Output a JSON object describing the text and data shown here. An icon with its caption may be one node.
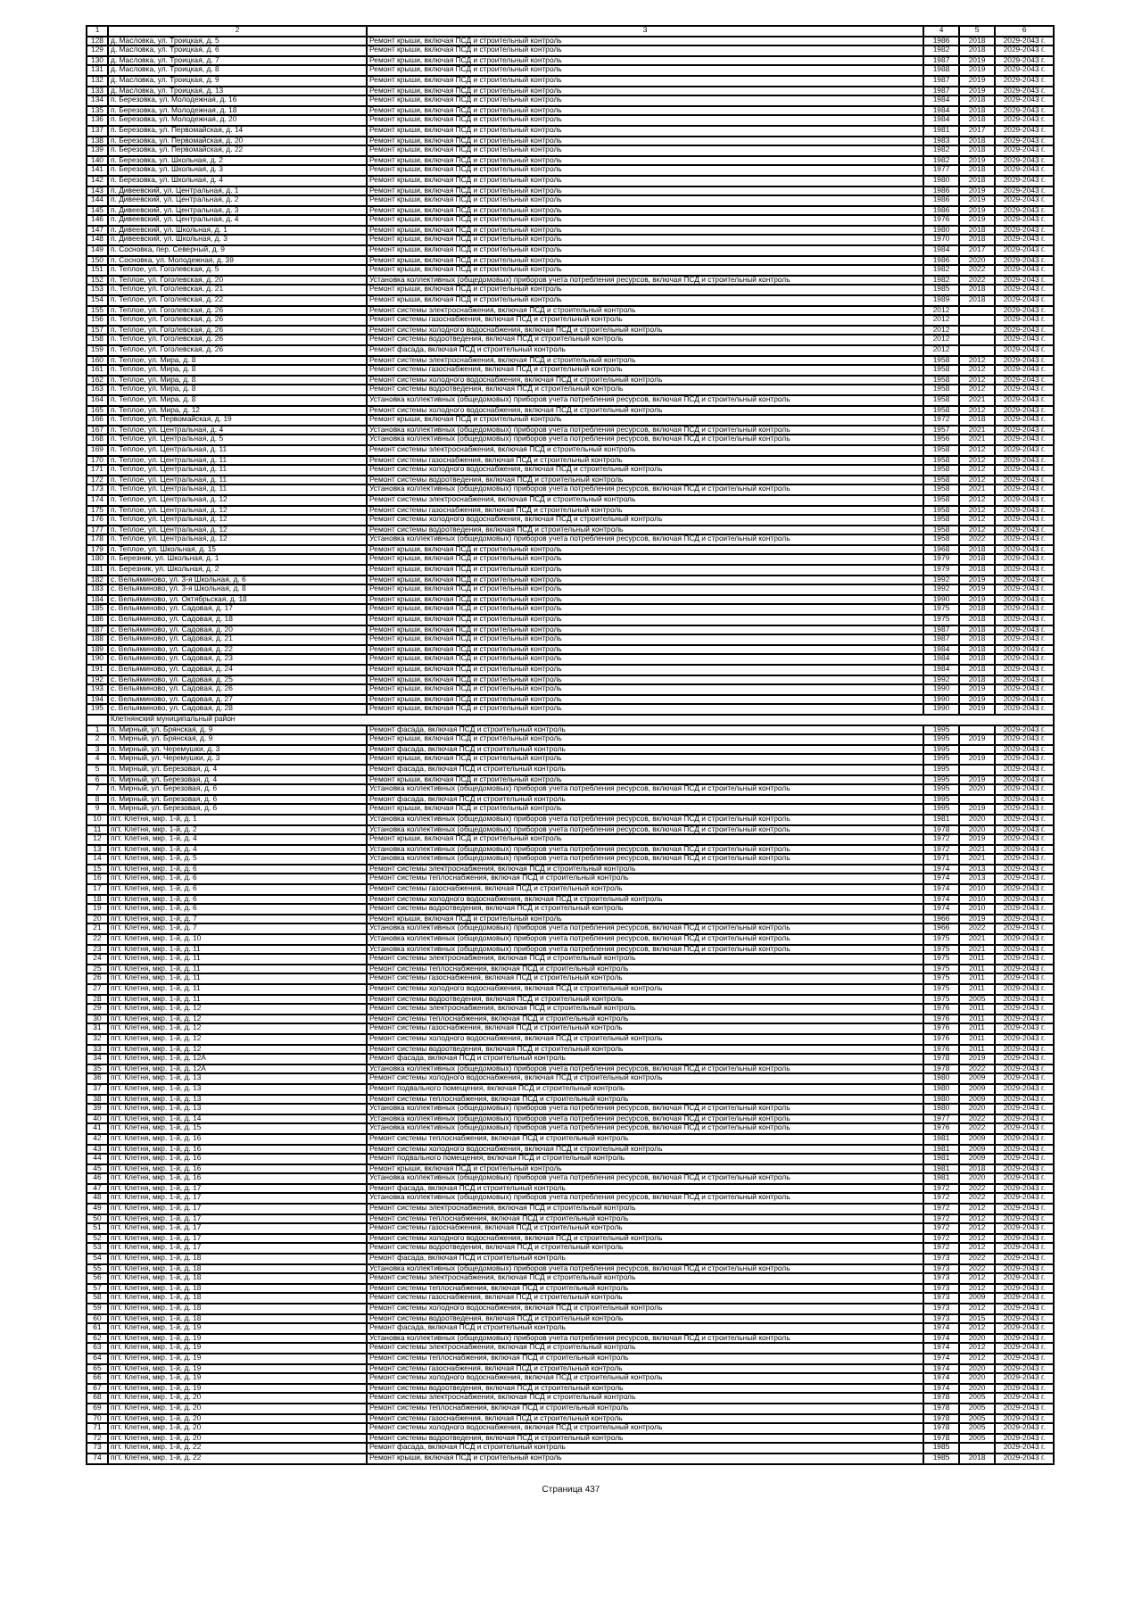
{
  "diagram": {
    "labels": [
      "1",
      "2",
      "3",
      "4",
      "5",
      "6",
      "128",
      "д. Масловка, ул. Троицкая, д. 5",
      "Ремонт крыши, включая ПСД и строительный контроль",
      "1986",
      "2018",
      "2029-2043 г.",
      "129",
      "д. Масловка, ул. Троицкая, д. 6",
      "Ремонт крыши, включая ПСД и строительный контроль",
      "1982",
      "2018",
      "2029-2043 г.",
      "130",
      "д. Масловка, ул. Троицкая, д. 7",
      "Ремонт крыши, включая ПСД и строительный контроль",
      "1987",
      "2019",
      "2029-2043 г.",
      "131",
      "д. Масловка, ул. Троицкая, д. 8",
      "Ремонт крыши, включая ПСД и строительный контроль",
      "1988",
      "2019",
      "2029-2043 г.",
      "132",
      "д. Масловка, ул. Троицкая, д. 9",
      "Ремонт крыши, включая ПСД и строительный контроль",
      "1987",
      "2019",
      "2029-2043 г.",
      "133",
      "д. Масловка, ул. Троицкая, д. 13",
      "Ремонт крыши, включая ПСД и строительный контроль",
      "1987",
      "2019",
      "2029-2043 г.",
      "134",
      "п. Березовка, ул. Молодежная, д. 16",
      "Ремонт крыши, включая ПСД и строительный контроль",
      "1984",
      "2018",
      "2029-2043 г.",
      "135",
      "п. Березовка, ул. Молодежная, д. 18",
      "Ремонт крыши, включая ПСД и строительный контроль",
      "1984",
      "2018",
      "2029-2043 г.",
      "136",
      "п. Березовка, ул. Молодежная, д. 20",
      "Ремонт крыши, включая ПСД и строительный контроль",
      "1984",
      "2018",
      "2029-2043 г.",
      "137",
      "п. Березовка, ул. Первомайская, д. 14",
      "Ремонт крыши, включая ПСД и строительный контроль",
      "1981",
      "2017",
      "2029-2043 г.",
      "138",
      "п. Березовка, ул. Первомайская, д. 20",
      "Ремонт крыши, включая ПСД и строительный контроль",
      "1983",
      "2018",
      "2029-2043 г.",
      "139",
      "п. Березовка, ул. Первомайская, д. 22",
      "Ремонт крыши, включая ПСД и строительный контроль",
      "1982",
      "2018",
      "2029-2043 г.",
      "140",
      "п. Березовка, ул. Школьная, д. 2",
      "Ремонт крыши, включая ПСД и строительный контроль",
      "1982",
      "2019",
      "2029-2043 г.",
      "141",
      "п. Березовка, ул. Школьная, д. 3",
      "Ремонт крыши, включая ПСД и строительный контроль",
      "1977",
      "2018",
      "2029-2043 г.",
      "142",
      "п. Березовка, ул. Школьная, д. 4",
      "Ремонт крыши, включая ПСД и строительный контроль",
      "1980",
      "2018",
      "2029-2043 г.",
      "143",
      "п. Дивеевский, ул. Центральная, д. 1",
      "Ремонт крыши, включая ПСД и строительный контроль",
      "1986",
      "2019",
      "2029-2043 г.",
      "144",
      "п. Дивеевский, ул. Центральная, д. 2",
      "Ремонт крыши, включая ПСД и строительный контроль",
      "1986",
      "2019",
      "2029-2043 г.",
      "145",
      "п. Дивеевский, ул. Центральная, д. 3",
      "Ремонт крыши, включая ПСД и строительный контроль",
      "1986",
      "2019",
      "2029-2043 г.",
      "146",
      "п. Дивеевский, ул. Центральная, д. 4",
      "Ремонт крыши, включая ПСД и строительный контроль",
      "1976",
      "2019",
      "2029-2043 г.",
      "147",
      "п. Дивеевский, ул. Школьная, д. 1",
      "Ремонт крыши, включая ПСД и строительный контроль",
      "1980",
      "2018",
      "2029-2043 г.",
      "148",
      "п. Дивеевский, ул. Школьная, д. 3",
      "Ремонт крыши, включая ПСД и строительный контроль",
      "1970",
      "2018",
      "2029-2043 г.",
      "149",
      "п. Сосновка, пер. Северный, д. 9",
      "Ремонт крыши, включая ПСД и строительный контроль",
      "1984",
      "2017",
      "2029-2043 г.",
      "150",
      "п. Сосновка, ул. Молодежная, д. 39",
      "Ремонт крыши, включая ПСД и строительный контроль",
      "1986",
      "2020",
      "2029-2043 г.",
      "151",
      "п. Теплое, ул. Гоголевская, д. 5",
      "Ремонт крыши, включая ПСД и строительный контроль",
      "1982",
      "2022",
      "2029-2043 г.",
      "152",
      "п. Теплое, ул. Гоголевская, д. 20",
      "Установка коллективных (общедомовых) приборов учета потребления ресурсов, включая ПСД и строительный контроль",
      "1982",
      "2022",
      "2029-2043 г.",
      "153",
      "п. Теплое, ул. Гоголевская, д. 21",
      "Ремонт крыши, включая ПСД и строительный контроль",
      "1985",
      "2018",
      "2029-2043 г.",
      "154",
      "п. Теплое, ул. Гоголевская, д. 22",
      "Ремонт крыши, включая ПСД и строительный контроль",
      "1989",
      "2018",
      "2029-2043 г.",
      "155",
      "п. Теплое, ул. Гоголевская, д. 26",
      "Ремонт системы электроснабжения, включая ПСД и строительный контроль",
      "2012",
      "2029-2043 г.",
      "156",
      "п. Теплое, ул. Гоголевская, д. 26",
      "Ремонт системы газоснабжения, включая ПСД и строительный контроль",
      "2012",
      "2029-2043 г.",
      "157",
      "п. Теплое, ул. Гоголевская, д. 26",
      "Ремонт системы холодного водоснабжения, включая ПСД и строительный контроль",
      "2012",
      "2029-2043 г.",
      "158",
      "п. Теплое, ул. Гоголевская, д. 26",
      "Ремонт системы водоотведения, включая ПСД и строительный контроль",
      "2012",
      "2029-2043 г.",
      "159",
      "п. Теплое, ул. Гоголевская, д. 26",
      "Ремонт фасада, включая ПСД и строительный контроль",
      "2012",
      "2029-2043 г.",
      "160",
      "п. Теплое, ул. Мира, д. 8",
      "Ремонт системы электроснабжения, включая ПСД и строительный контроль",
      "1958",
      "2012",
      "2029-2043 г.",
      "161",
      "п. Теплое, ул. Мира, д. 8",
      "Ремонт системы газоснабжения, включая ПСД и строительный контроль",
      "1958",
      "2012",
      "2029-2043 г.",
      "162",
      "п. Теплое, ул. Мира, д. 8",
      "Ремонт системы холодного водоснабжения, включая ПСД и строительный контроль",
      "1958",
      "2012",
      "2029-2043 г.",
      "163",
      "п. Теплое, ул. Мира, д. 8",
      "Ремонт системы водоотведения, включая ПСД и строительный контроль",
      "1958",
      "2012",
      "2029-2043 г.",
      "164",
      "п. Теплое, ул. Мира, д. 8",
      "Установка коллективных (общедомовых) приборов учета потребления ресурсов, включая ПСД и строительный контроль",
      "1958",
      "2021",
      "2029-2043 г.",
      "165",
      "п. Теплое, ул. Мира, д. 12",
      "Ремонт системы холодного водоснабжения, включая ПСД и строительный контроль",
      "1958",
      "2012",
      "2029-2043 г.",
      "166",
      "п. Теплое, ул. Первомайская, д. 19",
      "Ремонт крыши, включая ПСД и строительный контроль",
      "1972",
      "2018",
      "2029-2043 г.",
      "167",
      "п. Теплое, ул. Центральная, д. 4",
      "Установка коллективных (общедомовых) приборов учета потребления ресурсов, включая ПСД и строительный контроль",
      "1957",
      "2021",
      "2029-2043 г.",
      "168",
      "п. Теплое, ул. Центральная, д. 5",
      "Установка коллективных (общедомовых) приборов учета потребления ресурсов, включая ПСД и строительный контроль",
      "1956",
      "2021",
      "2029-2043 г.",
      "169",
      "п. Теплое, ул. Центральная, д. 11",
      "Ремонт системы электроснабжения, включая ПСД и строительный контроль",
      "1958",
      "2012",
      "2029-2043 г.",
      "170",
      "п. Теплое, ул. Центральная, д. 11",
      "Ремонт системы газоснабжения, включая ПСД и строительный контроль",
      "1958",
      "2012",
      "2029-2043 г.",
      "171",
      "п. Теплое, ул. Центральная, д. 11",
      "Ремонт системы холодного водоснабжения, включая ПСД и строительный контроль",
      "1958",
      "2012",
      "2029-2043 г.",
      "172",
      "п. Теплое, ул. Центральная, д. 11",
      "Ремонт системы водоотведения, включая ПСД и строительный контроль",
      "1958",
      "2012",
      "2029-2043 г.",
      "173",
      "п. Теплое, ул. Центральная, д. 11",
      "Установка коллективных (общедомовых) приборов учета потребления ресурсов, включая ПСД и строительный контроль",
      "1958",
      "2021",
      "2029-2043 г.",
      "174",
      "п. Теплое, ул. Центральная, д. 12",
      "Ремонт системы электроснабжения, включая ПСД и строительный контроль",
      "1958",
      "2012",
      "2029-2043 г.",
      "175",
      "п. Теплое, ул. Центральная, д. 12",
      "Ремонт системы газоснабжения, включая ПСД и строительный контроль",
      "1958",
      "2012",
      "2029-2043 г.",
      "176",
      "п. Теплое, ул. Центральная, д. 12",
      "Ремонт системы холодного водоснабжения, включая ПСД и строительный контроль",
      "1958",
      "2012",
      "2029-2043 г.",
      "177",
      "п. Теплое, ул. Центральная, д. 12",
      "Ремонт системы водоотведения, включая ПСД и строительный контроль",
      "1958",
      "2012",
      "2029-2043 г.",
      "178",
      "п. Теплое, ул. Центральная, д. 12",
      "Установка коллективных (общедомовых) приборов учета потребления ресурсов, включая ПСД и строительный контроль",
      "1958",
      "2022",
      "2029-2043 г.",
      "179",
      "п. Теплое, ул. Школьная, д. 15",
      "Ремонт крыши, включая ПСД и строительный контроль",
      "1968",
      "2018",
      "2029-2043 г.",
      "180",
      "п. Березник, ул. Школьная, д. 1",
      "Ремонт крыши, включая ПСД и строительный контроль",
      "1979",
      "2018",
      "2029-2043 г.",
      "181",
      "п. Березник, ул. Школьная, д. 2",
      "Ремонт крыши, включая ПСД и строительный контроль",
      "1979",
      "2018",
      "2029-2043 г.",
      "182",
      "с. Вельяминово, ул. 3-я Школьная, д. 6",
      "Ремонт крыши, включая ПСД и строительный контроль",
      "1992",
      "2019",
      "2029-2043 г.",
      "183",
      "с. Вельяминово, ул. 3-я Школьная, д. 8",
      "Ремонт крыши, включая ПСД и строительный контроль",
      "1992",
      "2019",
      "2029-2043 г.",
      "184",
      "с. Вельяминово, ул. Октябрьская, д. 18",
      "Ремонт крыши, включая ПСД и строительный контроль",
      "1990",
      "2019",
      "2029-2043 г.",
      "185",
      "с. Вельяминово, ул. Садовая, д. 17",
      "Ремонт крыши, включая ПСД и строительный контроль",
      "1975",
      "2018",
      "2029-2043 г.",
      "186",
      "с. Вельяминово, ул. Садовая, д. 18",
      "Ремонт крыши, включая ПСД и строительный контроль",
      "1975",
      "2018",
      "2029-2043 г.",
      "187",
      "с. Вельяминово, ул. Садовая, д. 20",
      "Ремонт крыши, включая ПСД и строительный контроль",
      "1987",
      "2018",
      "2029-2043 г.",
      "188",
      "с. Вельяминово, ул. Садовая, д. 21",
      "Ремонт крыши, включая ПСД и строительный контроль",
      "1987",
      "2018",
      "2029-2043 г.",
      "189",
      "с. Вельяминово, ул. Садовая, д. 22",
      "Ремонт крыши, включая ПСД и строительный контроль",
      "1984",
      "2018",
      "2029-2043 г.",
      "190",
      "с. Вельяминово, ул. Садовая, д. 23",
      "Ремонт крыши, включая ПСД и строительный контроль",
      "1984",
      "2018",
      "2029-2043 г.",
      "191",
      "с. Вельяминово, ул. Садовая, д. 24",
      "Ремонт крыши, включая ПСД и строительный контроль",
      "1984",
      "2018",
      "2029-2043 г.",
      "192",
      "с. Вельяминово, ул. Садовая, д. 25",
      "Ремонт крыши, включая ПСД и строительный контроль",
      "1992",
      "2018",
      "2029-2043 г.",
      "193",
      "с. Вельяминово, ул. Садовая, д. 26",
      "Ремонт крыши, включая ПСД и строительный контроль",
      "1990",
      "2019",
      "2029-2043 г.",
      "194",
      "с. Вельяминово, ул. Садовая, д. 27",
      "Ремонт крыши, включая ПСД и строительный контроль",
      "1990",
      "2019",
      "2029-2043 г.",
      "195",
      "с. Вельяминово, ул. Садовая, д. 28",
      "Ремонт крыши, включая ПСД и строительный контроль",
      "1990",
      "2019",
      "2029-2043 г.",
      "Клетнянский муниципальный район",
      "1",
      "п. Мирный, ул. Брянская, д. 9",
      "Ремонт фасада, включая ПСД и строительный контроль",
      "1995",
      "2029-2043 г.",
      "2",
      "п. Мирный, ул. Брянская, д. 9",
      "Ремонт крыши, включая ПСД и строительный контроль",
      "1995",
      "2019",
      "2029-2043 г.",
      "3",
      "п. Мирный, ул. Черемушки, д. 3",
      "Ремонт фасада, включая ПСД и строительный контроль",
      "1995",
      "2029-2043 г.",
      "4",
      "п. Мирный, ул. Черемушки, д. 3",
      "Ремонт крыши, включая ПСД и строительный контроль",
      "1995",
      "2019",
      "2029-2043 г.",
      "5",
      "п. Мирный, ул. Березовая, д. 4",
      "Ремонт фасада, включая ПСД и строительный контроль",
      "1995",
      "2029-2043 г.",
      "6",
      "п. Мирный, ул. Березовая, д. 4",
      "Ремонт крыши, включая ПСД и строительный контроль",
      "1995",
      "2019",
      "2029-2043 г.",
      "7",
      "п. Мирный, ул. Березовая, д. 6",
      "Установка коллективных (общедомовых) приборов учета потребления ресурсов, включая ПСД и строительный контроль",
      "1995",
      "2020",
      "2029-2043 г.",
      "8",
      "п. Мирный, ул. Березовая, д. 6",
      "Ремонт фасада, включая ПСД и строительный контроль",
      "1995",
      "2029-2043 г.",
      "9",
      "п. Мирный, ул. Березовая, д. 6",
      "Ремонт крыши, включая ПСД и строительный контроль",
      "1995",
      "2019",
      "2029-2043 г.",
      "10",
      "пгт. Клетня, мкр. 1-й, д. 1",
      "Установка коллективных (общедомовых) приборов учета потребления ресурсов, включая ПСД и строительный контроль",
      "1981",
      "2020",
      "2029-2043 г.",
      "11",
      "пгт. Клетня, мкр. 1-й, д. 2",
      "Установка коллективных (общедомовых) приборов учета потребления ресурсов, включая ПСД и строительный контроль",
      "1978",
      "2020",
      "2029-2043 г.",
      "12",
      "пгт. Клетня, мкр. 1-й, д. 4",
      "Ремонт крыши, включая ПСД и строительный контроль",
      "1972",
      "2019",
      "2029-2043 г.",
      "13",
      "пгт. Клетня, мкр. 1-й, д. 4",
      "Установка коллективных (общедомовых) приборов учета потребления ресурсов, включая ПСД и строительный контроль",
      "1972",
      "2021",
      "2029-2043 г.",
      "14",
      "пгт. Клетня, мкр. 1-й, д. 5",
      "Установка коллективных (общедомовых) приборов учета потребления ресурсов, включая ПСД и строительный контроль",
      "1971",
      "2021",
      "2029-2043 г.",
      "15",
      "пгт. Клетня, мкр. 1-й, д. 6",
      "Ремонт системы электроснабжения, включая ПСД и строительный контроль",
      "1974",
      "2013",
      "2029-2043 г.",
      "16",
      "пгт. Клетня, мкр. 1-й, д. 6",
      "Ремонт системы теплоснабжения, включая ПСД и строительный контроль",
      "1974",
      "2013",
      "2029-2043 г.",
      "17",
      "пгт. Клетня, мкр. 1-й, д. 6",
      "Ремонт системы газоснабжения, включая ПСД и строительный контроль",
      "1974",
      "2010",
      "2029-2043 г.",
      "18",
      "пгт. Клетня, мкр. 1-й, д. 6",
      "Ремонт системы холодного водоснабжения, включая ПСД и строительный контроль",
      "1974",
      "2010",
      "2029-2043 г.",
      "19",
      "пгт. Клетня, мкр. 1-й, д. 6",
      "Ремонт системы водоотведения, включая ПСД и строительный контроль",
      "1974",
      "2010",
      "2029-2043 г.",
      "20",
      "пгт. Клетня, мкр. 1-й, д. 7",
      "Ремонт крыши, включая ПСД и строительный контроль",
      "1966",
      "2019",
      "2029-2043 г.",
      "21",
      "пгт. Клетня, мкр. 1-й, д. 7",
      "Установка коллективных (общедомовых) приборов учета потребления ресурсов, включая ПСД и строительный контроль",
      "1966",
      "2022",
      "2029-2043 г.",
      "22",
      "пгт. Клетня, мкр. 1-й, д. 10",
      "Установка коллективных (общедомовых) приборов учета потребления ресурсов, включая ПСД и строительный контроль",
      "1975",
      "2021",
      "2029-2043 г.",
      "23",
      "пгт. Клетня, мкр. 1-й, д. 11",
      "Установка коллективных (общедомовых) приборов учета потребления ресурсов, включая ПСД и строительный контроль",
      "1975",
      "2021",
      "2029-2043 г.",
      "24",
      "пгт. Клетня, мкр. 1-й, д. 11",
      "Ремонт системы электроснабжения, включая ПСД и строительный контроль",
      "1975",
      "2011",
      "2029-2043 г.",
      "25",
      "пгт. Клетня, мкр. 1-й, д. 11",
      "Ремонт системы теплоснабжения, включая ПСД и строительный контроль",
      "1975",
      "2011",
      "2029-2043 г.",
      "26",
      "пгт. Клетня, мкр. 1-й, д. 11",
      "Ремонт системы газоснабжения, включая ПСД и строительный контроль",
      "1975",
      "2011",
      "2029-2043 г.",
      "27",
      "пгт. Клетня, мкр. 1-й, д. 11",
      "Ремонт системы холодного водоснабжения, включая ПСД и строительный контроль",
      "1975",
      "2011",
      "2029-2043 г.",
      "28",
      "пгт. Клетня, мкр. 1-й, д. 11",
      "Ремонт системы водоотведения, включая ПСД и строительный контроль",
      "1975",
      "2005",
      "2029-2043 г.",
      "29",
      "пгт. Клетня, мкр. 1-й, д. 12",
      "Ремонт системы электроснабжения, включая ПСД и строительный контроль",
      "1976",
      "2011",
      "2029-2043 г.",
      "30",
      "пгт. Клетня, мкр. 1-й, д. 12",
      "Ремонт системы теплоснабжения, включая ПСД и строительный контроль",
      "1976",
      "2011",
      "2029-2043 г.",
      "31",
      "пгт. Клетня, мкр. 1-й, д. 12",
      "Ремонт системы газоснабжения, включая ПСД и строительный контроль",
      "1976",
      "2011",
      "2029-2043 г.",
      "32",
      "пгт. Клетня, мкр. 1-й, д. 12",
      "Ремонт системы холодного водоснабжения, включая ПСД и строительный контроль",
      "1976",
      "2011",
      "2029-2043 г.",
      "33",
      "пгт. Клетня, мкр. 1-й, д. 12",
      "Ремонт системы водоотведения, включая ПСД и строительный контроль",
      "1976",
      "2011",
      "2029-2043 г.",
      "34",
      "пгт. Клетня, мкр. 1-й, д. 12А",
      "Ремонт фасада, включая ПСД и строительный контроль",
      "1978",
      "2019",
      "2029-2043 г.",
      "35",
      "пгт. Клетня, мкр. 1-й, д. 12А",
      "Установка коллективных (общедомовых) приборов учета потребления ресурсов, включая ПСД и строительный контроль",
      "1978",
      "2022",
      "2029-2043 г.",
      "36",
      "пгт. Клетня, мкр. 1-й, д. 13",
      "Ремонт системы холодного водоснабжения, включая ПСД и строительный контроль",
      "1980",
      "2009",
      "2029-2043 г.",
      "37",
      "пгт. Клетня, мкр. 1-й, д. 13",
      "Ремонт подвального помещения, включая ПСД и строительный контроль",
      "1980",
      "2009",
      "2029-2043 г.",
      "38",
      "пгт. Клетня, мкр. 1-й, д. 13",
      "Ремонт системы теплоснабжения, включая ПСД и строительный контроль",
      "1980",
      "2009",
      "2029-2043 г.",
      "39",
      "пгт. Клетня, мкр. 1-й, д. 13",
      "Установка коллективных (общедомовых) приборов учета потребления ресурсов, включая ПСД и строительный контроль",
      "1980",
      "2020",
      "2029-2043 г.",
      "40",
      "пгт. Клетня, мкр. 1-й, д. 14",
      "Установка коллективных (общедомовых) приборов учета потребления ресурсов, включая ПСД и строительный контроль",
      "1977",
      "2022",
      "2029-2043 г.",
      "41",
      "пгт. Клетня, мкр. 1-й, д. 15",
      "Установка коллективных (общедомовых) приборов учета потребления ресурсов, включая ПСД и строительный контроль",
      "1976",
      "2022",
      "2029-2043 г.",
      "42",
      "пгт. Клетня, мкр. 1-й, д. 16",
      "Ремонт системы теплоснабжения, включая ПСД и строительный контроль",
      "1981",
      "2009",
      "2029-2043 г.",
      "43",
      "пгт. Клетня, мкр. 1-й, д. 16",
      "Ремонт системы холодного водоснабжения, включая ПСД и строительный контроль",
      "1981",
      "2009",
      "2029-2043 г.",
      "44",
      "пгт. Клетня, мкр. 1-й, д. 16",
      "Ремонт подвального помещения, включая ПСД и строительный контроль",
      "1981",
      "2009",
      "2029-2043 г.",
      "45",
      "пгт. Клетня, мкр. 1-й, д. 16",
      "Ремонт крыши, включая ПСД и строительный контроль",
      "1981",
      "2018",
      "2029-2043 г.",
      "46",
      "пгт. Клетня, мкр. 1-й, д. 16",
      "Установка коллективных (общедомовых) приборов учета потребления ресурсов, включая ПСД и строительный контроль",
      "1981",
      "2020",
      "2029-2043 г.",
      "47",
      "пгт. Клетня, мкр. 1-й, д. 17",
      "Ремонт фасада, включая ПСД и строительный контроль",
      "1972",
      "2022",
      "2029-2043 г.",
      "48",
      "пгт. Клетня, мкр. 1-й, д. 17",
      "Установка коллективных (общедомовых) приборов учета потребления ресурсов, включая ПСД и строительный контроль",
      "1972",
      "2022",
      "2029-2043 г.",
      "49",
      "пгт. Клетня, мкр. 1-й, д. 17",
      "Ремонт системы электроснабжения, включая ПСД и строительный контроль",
      "1972",
      "2012",
      "2029-2043 г.",
      "50",
      "пгт. Клетня, мкр. 1-й, д. 17",
      "Ремонт системы теплоснабжения, включая ПСД и строительный контроль",
      "1972",
      "2012",
      "2029-2043 г.",
      "51",
      "пгт. Клетня, мкр. 1-й, д. 17",
      "Ремонт системы газоснабжения, включая ПСД и строительный контроль",
      "1972",
      "2012",
      "2029-2043 г.",
      "52",
      "пгт. Клетня, мкр. 1-й, д. 17",
      "Ремонт системы холодного водоснабжения, включая ПСД и строительный контроль",
      "1972",
      "2012",
      "2029-2043 г.",
      "53",
      "пгт. Клетня, мкр. 1-й, д. 17",
      "Ремонт системы водоотведения, включая ПСД и строительный контроль",
      "1972",
      "2012",
      "2029-2043 г.",
      "54",
      "пгт. Клетня, мкр. 1-й, д. 18",
      "Ремонт фасада, включая ПСД и строительный контроль",
      "1973",
      "2022",
      "2029-2043 г.",
      "55",
      "пгт. Клетня, мкр. 1-й, д. 18",
      "Установка коллективных (общедомовых) приборов учета потребления ресурсов, включая ПСД и строительный контроль",
      "1973",
      "2022",
      "2029-2043 г.",
      "56",
      "пгт. Клетня, мкр. 1-й, д. 18",
      "Ремонт системы электроснабжения, включая ПСД и строительный контроль",
      "1973",
      "2012",
      "2029-2043 г.",
      "57",
      "пгт. Клетня, мкр. 1-й, д. 18",
      "Ремонт системы теплоснабжения, включая ПСД и строительный контроль",
      "1973",
      "2012",
      "2029-2043 г.",
      "58",
      "пгт. Клетня, мкр. 1-й, д. 18",
      "Ремонт системы газоснабжения, включая ПСД и строительный контроль",
      "1973",
      "2009",
      "2029-2043 г.",
      "59",
      "пгт. Клетня, мкр. 1-й, д. 18",
      "Ремонт системы холодного водоснабжения, включая ПСД и строительный контроль",
      "1973",
      "2012",
      "2029-2043 г.",
      "60",
      "пгт. Клетня, мкр. 1-й, д. 18",
      "Ремонт системы водоотведения, включая ПСД и строительный контроль",
      "1973",
      "2015",
      "2029-2043 г.",
      "61",
      "пгт. Клетня, мкр. 1-й, д. 19",
      "Ремонт фасада, включая ПСД и строительный контроль",
      "1974",
      "2012",
      "2029-2043 г.",
      "62",
      "пгт. Клетня, мкр. 1-й, д. 19",
      "Установка коллективных (общедомовых) приборов учета потребления ресурсов, включая ПСД и строительный контроль",
      "1974",
      "2020",
      "2029-2043 г.",
      "63",
      "пгт. Клетня, мкр. 1-й, д. 19",
      "Ремонт системы электроснабжения, включая ПСД и строительный контроль",
      "1974",
      "2012",
      "2029-2043 г.",
      "64",
      "пгт. Клетня, мкр. 1-й, д. 19",
      "Ремонт системы теплоснабжения, включая ПСД и строительный контроль",
      "1974",
      "2012",
      "2029-2043 г.",
      "65",
      "пгт. Клетня, мкр. 1-й, д. 19",
      "Ремонт системы газоснабжения, включая ПСД и строительный контроль",
      "1974",
      "2020",
      "2029-2043 г.",
      "66",
      "пгт. Клетня, мкр. 1-й, д. 19",
      "Ремонт системы холодного водоснабжения, включая ПСД и строительный контроль",
      "1974",
      "2020",
      "2029-2043 г.",
      "67",
      "пгт. Клетня, мкр. 1-й, д. 19",
      "Ремонт системы водоотведения, включая ПСД и строительный контроль",
      "1974",
      "2020",
      "2029-2043 г.",
      "68",
      "пгт. Клетня, мкр. 1-й, д. 20",
      "Ремонт системы электроснабжения, включая ПСД и строительный контроль",
      "1978",
      "2005",
      "2029-2043 г.",
      "69",
      "пгт. Клетня, мкр. 1-й, д. 20",
      "Ремонт системы теплоснабжения, включая ПСД и строительный контроль",
      "1978",
      "2005",
      "2029-2043 г.",
      "70",
      "пгт. Клетня, мкр. 1-й, д. 20",
      "Ремонт системы газоснабжения, включая ПСД и строительный контроль",
      "1978",
      "2005",
      "2029-2043 г.",
      "71",
      "пгт. Клетня, мкр. 1-й, д. 20",
      "Ремонт системы холодного водоснабжения, включая ПСД и строительный контроль",
      "1978",
      "2005",
      "2029-2043 г.",
      "72",
      "пгт. Клетня, мкр. 1-й, д. 20",
      "Ремонт системы водоотведения, включая ПСД и строительный контроль",
      "1978",
      "2005",
      "2029-2043 г.",
      "73",
      "пгт. Клетня, мкр. 1-й, д. 22",
      "Ремонт фасада, включая ПСД и строительный контроль",
      "1985",
      "2029-2043 г.",
      "74",
      "пгт. Клетня, мкр. 1-й, д. 22",
      "Ремонт крыши, включая ПСД и строительный контроль",
      "1985",
      "2018",
      "2029-2043 г.",
      "Страница 437"
    ]
  }
}
